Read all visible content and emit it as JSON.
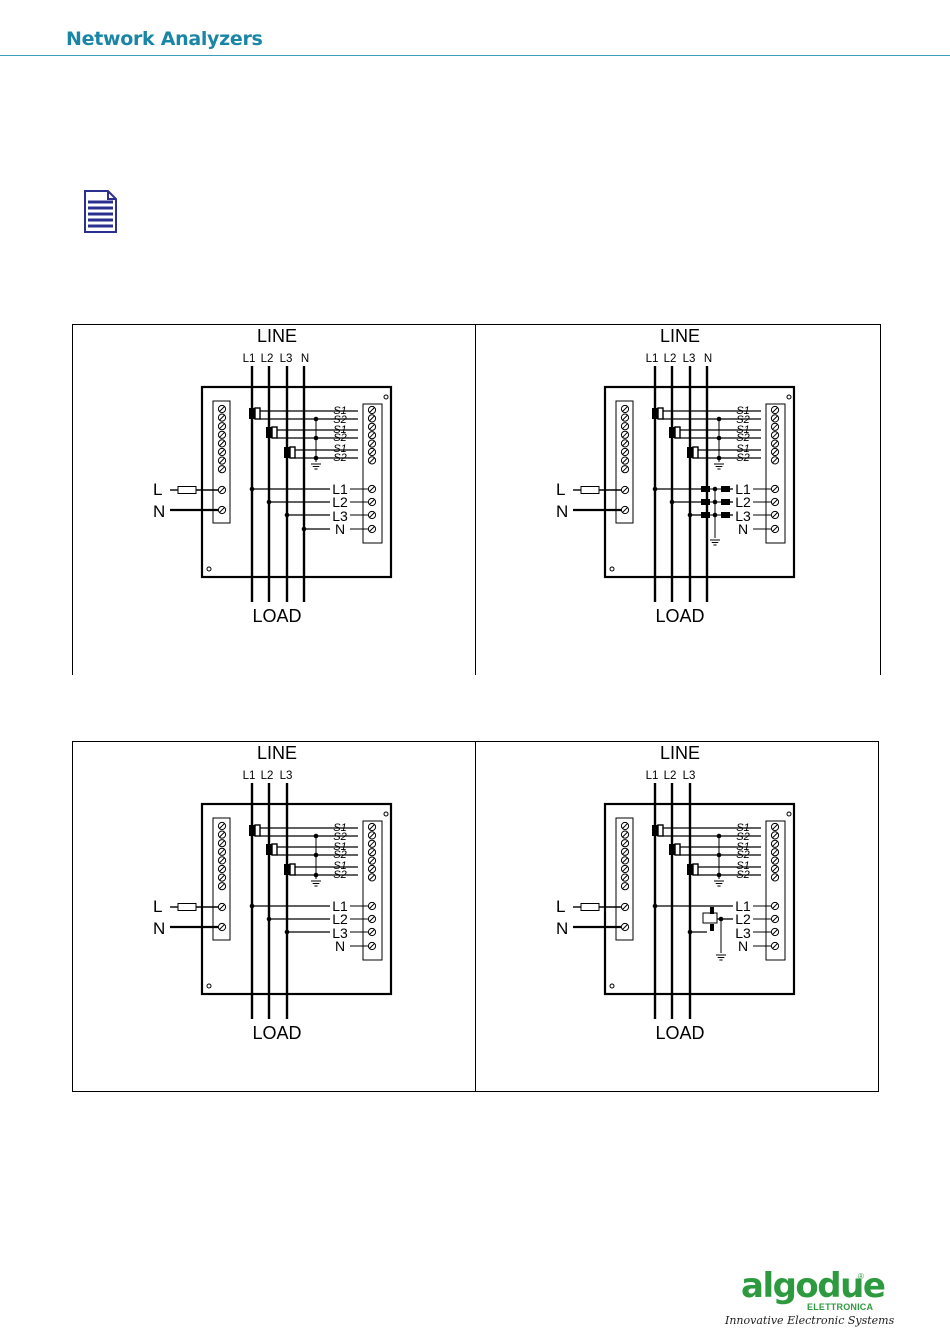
{
  "header": {
    "title": "Network Analyzers"
  },
  "icons": {
    "note": "note-document-icon"
  },
  "panels": [
    {
      "id": "p1",
      "line": "LINE",
      "load": "LOAD",
      "phases": [
        "L1",
        "L2",
        "L3",
        "N"
      ],
      "left_labels": [
        "L",
        "N"
      ],
      "ct_labels": [
        "S1",
        "S2",
        "S1",
        "S2",
        "S1",
        "S2"
      ],
      "volt_labels": [
        "L1",
        "L2",
        "L3",
        "N"
      ],
      "variant": "direct-4wire"
    },
    {
      "id": "p2",
      "line": "LINE",
      "load": "LOAD",
      "phases": [
        "L1",
        "L2",
        "L3",
        "N"
      ],
      "left_labels": [
        "L",
        "N"
      ],
      "ct_labels": [
        "S1",
        "S2",
        "S1",
        "S2",
        "S1",
        "S2"
      ],
      "volt_labels": [
        "L1",
        "L2",
        "L3",
        "N"
      ],
      "variant": "vt-4wire"
    },
    {
      "id": "p3",
      "line": "LINE",
      "load": "LOAD",
      "phases": [
        "L1",
        "L2",
        "L3"
      ],
      "left_labels": [
        "L",
        "N"
      ],
      "ct_labels": [
        "S1",
        "S2",
        "S1",
        "S2",
        "S1",
        "S2"
      ],
      "volt_labels": [
        "L1",
        "L2",
        "L3",
        "N"
      ],
      "variant": "direct-3wire"
    },
    {
      "id": "p4",
      "line": "LINE",
      "load": "LOAD",
      "phases": [
        "L1",
        "L2",
        "L3"
      ],
      "left_labels": [
        "L",
        "N"
      ],
      "ct_labels": [
        "S1",
        "S2",
        "S1",
        "S2",
        "S1",
        "S2"
      ],
      "volt_labels": [
        "L1",
        "L2",
        "L3",
        "N"
      ],
      "variant": "vt-3wire"
    }
  ],
  "logo": {
    "brand": "algodue",
    "sub": "ELETTRONICA",
    "tagline": "Innovative Electronic Systems",
    "color": "#2e9a3f"
  },
  "colors": {
    "accent": "#1a86a6",
    "brand": "#2e9a3f"
  }
}
